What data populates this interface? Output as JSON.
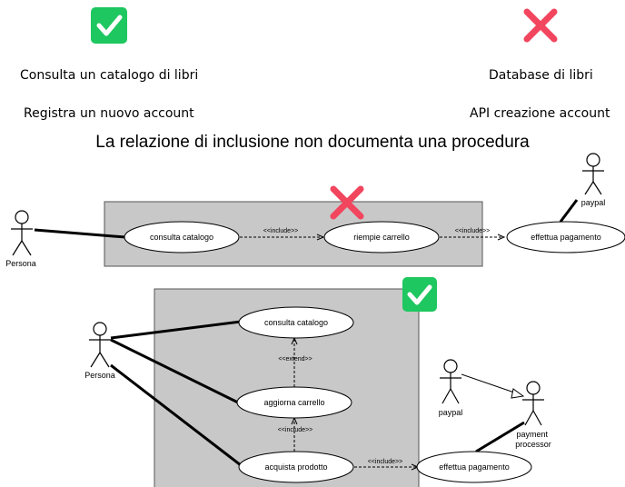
{
  "top": {
    "good_icon": "check-icon",
    "bad_icon": "cross-icon",
    "good_items": [
      "Consulta un catalogo di libri",
      "Registra un nuovo account"
    ],
    "bad_items": [
      "Database di libri",
      "API creazione account"
    ],
    "headline": "La relazione di inclusione non documenta una procedura"
  },
  "diagram_wrong": {
    "verdict_icon": "cross-icon",
    "actor_left": "Persona",
    "actor_right": "paypal",
    "use_cases": [
      "consulta catalogo",
      "riempie carrello",
      "effettua pagamento"
    ],
    "relations": [
      "<<include>>",
      "<<include>>"
    ]
  },
  "diagram_right": {
    "verdict_icon": "check-icon",
    "actor_left": "Persona",
    "actor_paypal": "paypal",
    "actor_processor": "payment processor",
    "use_cases": [
      "consulta catalogo",
      "aggiorna carrello",
      "acquista prodotto",
      "effettua pagamento"
    ],
    "relations": [
      "<<extend>>",
      "<<include>>",
      "<<include>>"
    ]
  },
  "colors": {
    "check": "#1ec760",
    "cross": "#f2455e",
    "boundary": "#c8c8c8"
  }
}
